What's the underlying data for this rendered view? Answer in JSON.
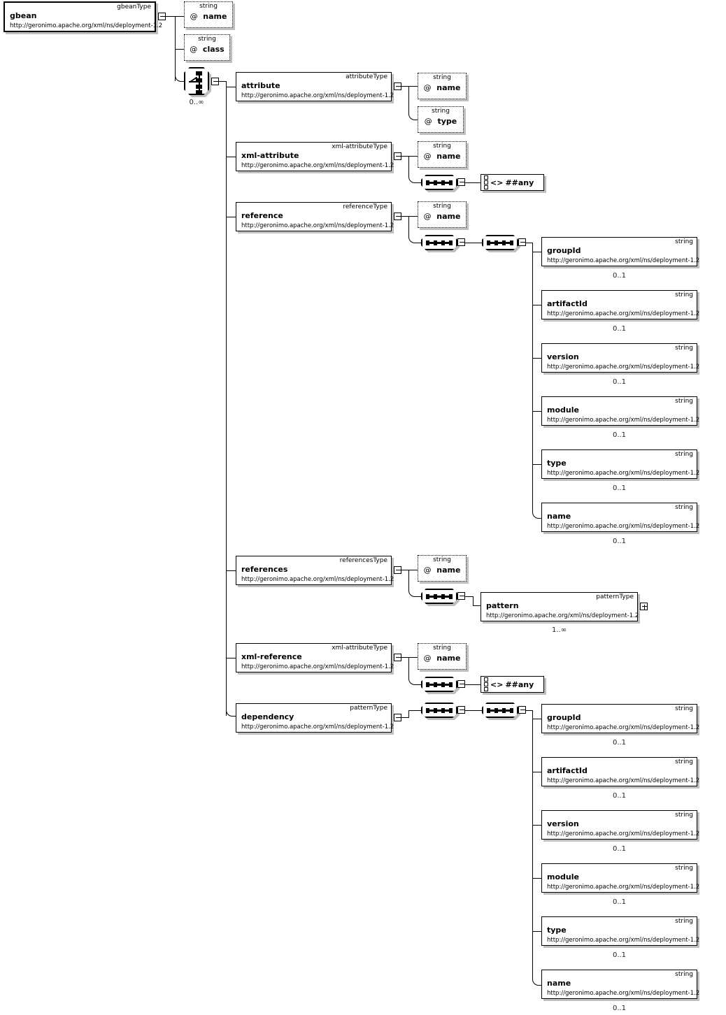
{
  "diagram": {
    "title": "gbeanType XML Schema element diagram",
    "namespace": "http://geronimo.apache.org/xml/ns/deployment-1.2",
    "type_label_string": "string",
    "attr_marker": "@",
    "any_label": "##any",
    "card_zero_inf": "0..∞",
    "card_one_inf": "1..∞",
    "card_zero_one": "0..1"
  },
  "root": {
    "name": "gbean",
    "type": "gbeanType",
    "namespace": "http://geronimo.apache.org/xml/ns/deployment-1.2"
  },
  "root_attributes": [
    {
      "name": "name",
      "type": "string",
      "marker": "@"
    },
    {
      "name": "class",
      "type": "string",
      "marker": "@"
    }
  ],
  "choice": {
    "cardinality": "0..∞"
  },
  "children": [
    {
      "name": "attribute",
      "type": "attributeType",
      "namespace": "http://geronimo.apache.org/xml/ns/deployment-1.2",
      "attributes": [
        {
          "name": "name",
          "type": "string",
          "marker": "@"
        },
        {
          "name": "type",
          "type": "string",
          "marker": "@"
        }
      ]
    },
    {
      "name": "xml-attribute",
      "type": "xml-attributeType",
      "namespace": "http://geronimo.apache.org/xml/ns/deployment-1.2",
      "attributes": [
        {
          "name": "name",
          "type": "string",
          "marker": "@"
        }
      ],
      "any": {
        "label": "##any"
      }
    },
    {
      "name": "reference",
      "type": "referenceType",
      "namespace": "http://geronimo.apache.org/xml/ns/deployment-1.2",
      "attributes": [
        {
          "name": "name",
          "type": "string",
          "marker": "@"
        }
      ],
      "pattern_children": [
        {
          "name": "groupId",
          "type": "string",
          "namespace": "http://geronimo.apache.org/xml/ns/deployment-1.2",
          "cardinality": "0..1"
        },
        {
          "name": "artifactId",
          "type": "string",
          "namespace": "http://geronimo.apache.org/xml/ns/deployment-1.2",
          "cardinality": "0..1"
        },
        {
          "name": "version",
          "type": "string",
          "namespace": "http://geronimo.apache.org/xml/ns/deployment-1.2",
          "cardinality": "0..1"
        },
        {
          "name": "module",
          "type": "string",
          "namespace": "http://geronimo.apache.org/xml/ns/deployment-1.2",
          "cardinality": "0..1"
        },
        {
          "name": "type",
          "type": "string",
          "namespace": "http://geronimo.apache.org/xml/ns/deployment-1.2",
          "cardinality": "0..1"
        },
        {
          "name": "name",
          "type": "string",
          "namespace": "http://geronimo.apache.org/xml/ns/deployment-1.2",
          "cardinality": "0..1"
        }
      ]
    },
    {
      "name": "references",
      "type": "referencesType",
      "namespace": "http://geronimo.apache.org/xml/ns/deployment-1.2",
      "attributes": [
        {
          "name": "name",
          "type": "string",
          "marker": "@"
        }
      ],
      "pattern": {
        "name": "pattern",
        "type": "patternType",
        "namespace": "http://geronimo.apache.org/xml/ns/deployment-1.2",
        "cardinality": "1..∞",
        "expander": "+"
      }
    },
    {
      "name": "xml-reference",
      "type": "xml-attributeType",
      "namespace": "http://geronimo.apache.org/xml/ns/deployment-1.2",
      "attributes": [
        {
          "name": "name",
          "type": "string",
          "marker": "@"
        }
      ],
      "any": {
        "label": "##any"
      }
    },
    {
      "name": "dependency",
      "type": "patternType",
      "namespace": "http://geronimo.apache.org/xml/ns/deployment-1.2",
      "pattern_children": [
        {
          "name": "groupId",
          "type": "string",
          "namespace": "http://geronimo.apache.org/xml/ns/deployment-1.2",
          "cardinality": "0..1"
        },
        {
          "name": "artifactId",
          "type": "string",
          "namespace": "http://geronimo.apache.org/xml/ns/deployment-1.2",
          "cardinality": "0..1"
        },
        {
          "name": "version",
          "type": "string",
          "namespace": "http://geronimo.apache.org/xml/ns/deployment-1.2",
          "cardinality": "0..1"
        },
        {
          "name": "module",
          "type": "string",
          "namespace": "http://geronimo.apache.org/xml/ns/deployment-1.2",
          "cardinality": "0..1"
        },
        {
          "name": "type",
          "type": "string",
          "namespace": "http://geronimo.apache.org/xml/ns/deployment-1.2",
          "cardinality": "0..1"
        },
        {
          "name": "name",
          "type": "string",
          "namespace": "http://geronimo.apache.org/xml/ns/deployment-1.2",
          "cardinality": "0..1"
        }
      ]
    }
  ]
}
